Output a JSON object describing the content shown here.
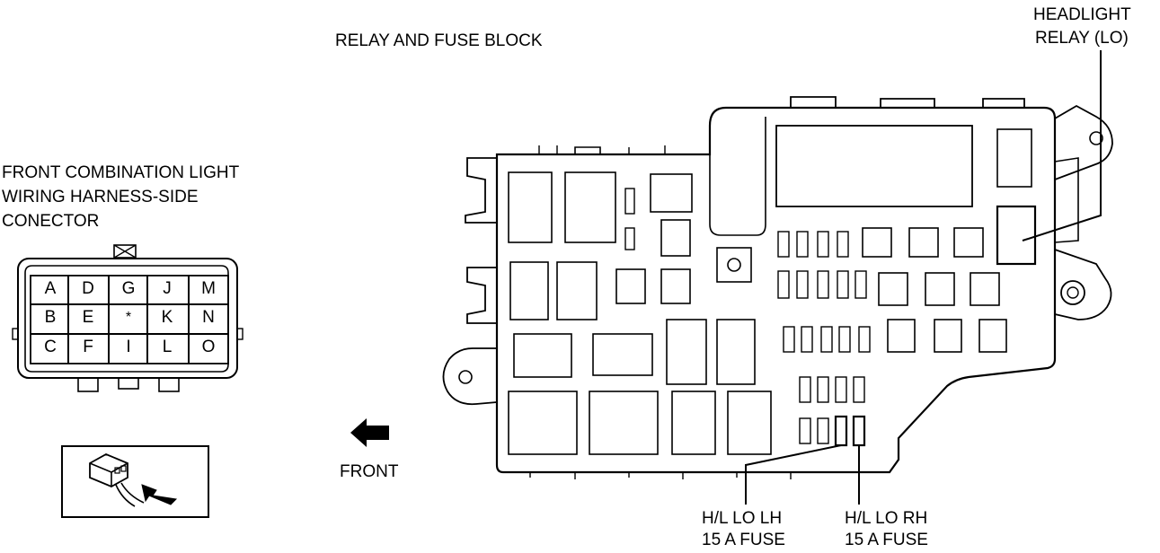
{
  "title": "RELAY AND FUSE BLOCK",
  "connector": {
    "label_lines": [
      "FRONT COMBINATION LIGHT",
      "WIRING HARNESS-SIDE",
      "CONECTOR"
    ],
    "pins": [
      [
        "A",
        "D",
        "G",
        "J",
        "M"
      ],
      [
        "B",
        "E",
        "*",
        "K",
        "N"
      ],
      [
        "C",
        "F",
        "I",
        "L",
        "O"
      ]
    ]
  },
  "front_label": "FRONT",
  "callouts": {
    "headlight_relay": [
      "HEADLIGHT",
      "RELAY (LO)"
    ],
    "fuse_lh": [
      "H/L LO LH",
      "15 A FUSE"
    ],
    "fuse_rh": [
      "H/L LO RH",
      "15 A FUSE"
    ]
  }
}
